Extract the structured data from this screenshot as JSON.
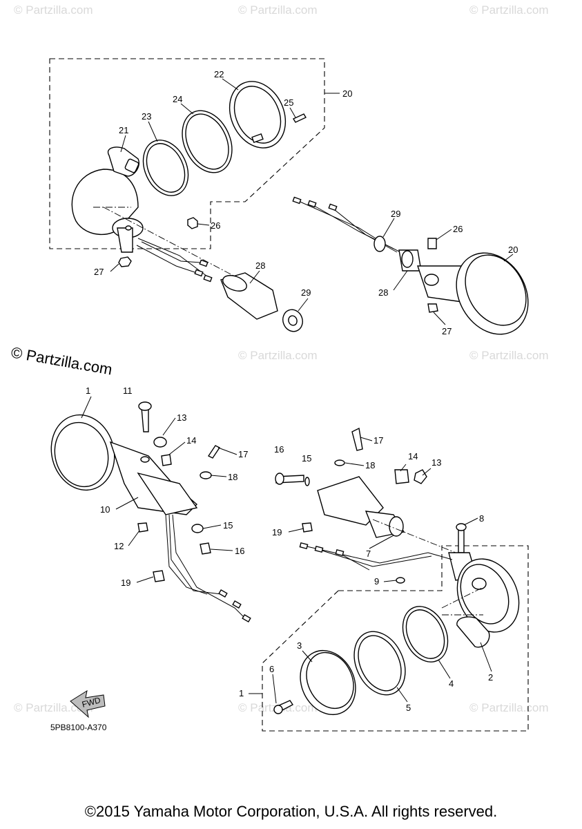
{
  "watermark": {
    "text": "© Partzilla.com",
    "main_text": "© Partzilla.com"
  },
  "diagram_code": "5PB8100-A370",
  "fwd_label": "FWD",
  "copyright": "©2015 Yamaha Motor Corporation, U.S.A. All rights reserved.",
  "callouts": {
    "c1a": "1",
    "c1b": "1",
    "c2": "2",
    "c3": "3",
    "c4": "4",
    "c5": "5",
    "c6": "6",
    "c7": "7",
    "c8": "8",
    "c9": "9",
    "c10": "10",
    "c11": "11",
    "c12": "12",
    "c13a": "13",
    "c13b": "13",
    "c14a": "14",
    "c14b": "14",
    "c15a": "15",
    "c15b": "15",
    "c16a": "16",
    "c16b": "16",
    "c17a": "17",
    "c17b": "17",
    "c18a": "18",
    "c18b": "18",
    "c19a": "19",
    "c19b": "19",
    "c20a": "20",
    "c20b": "20",
    "c21": "21",
    "c22": "22",
    "c23": "23",
    "c24": "24",
    "c25": "25",
    "c26a": "26",
    "c26b": "26",
    "c27a": "27",
    "c27b": "27",
    "c28a": "28",
    "c28b": "28",
    "c29a": "29",
    "c29b": "29"
  }
}
